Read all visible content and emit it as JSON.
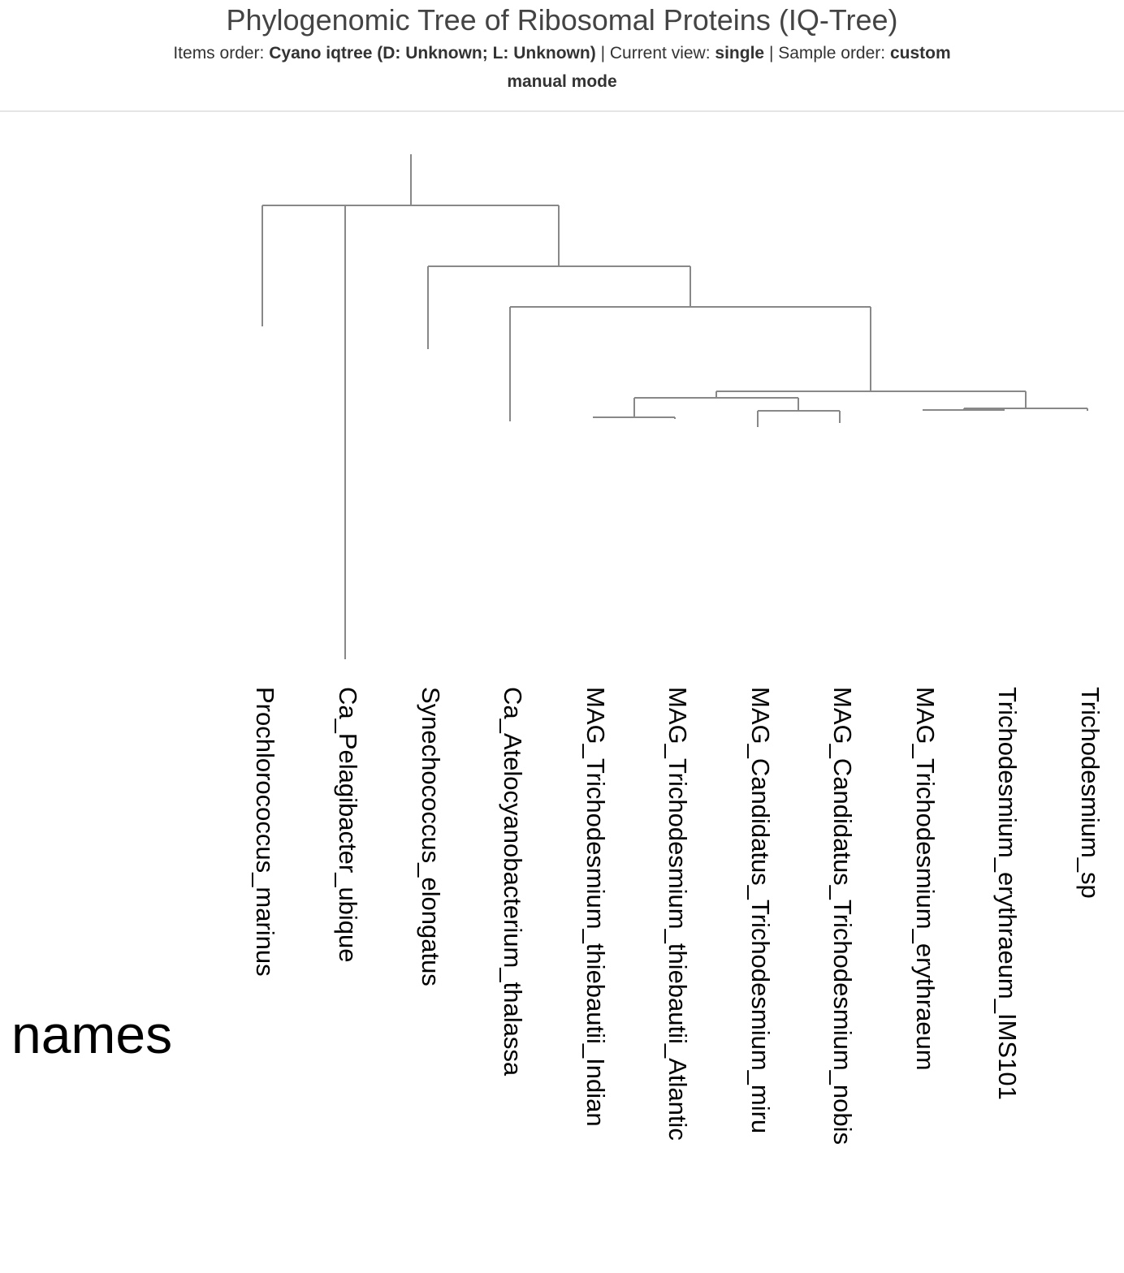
{
  "header": {
    "title": "Phylogenomic Tree of Ribosomal Proteins (IQ-Tree)",
    "items_order_label": "Items order:",
    "items_order_value": "Cyano iqtree (D: Unknown; L: Unknown)",
    "current_view_label": "| Current view:",
    "current_view_value": "single",
    "sample_order_label": "| Sample order:",
    "sample_order_value": "custom",
    "mode": "manual mode"
  },
  "layer_name": "names",
  "tree_color": "#888888",
  "leaves": [
    "Prochlorococcus_marinus",
    "Ca_Pelagibacter_ubique",
    "Synechococcus_elongatus",
    "Ca_Atelocyanobacterium_thalassa",
    "MAG_Trichodesmium_thiebautii_Indian",
    "MAG_Trichodesmium_thiebautii_Atlantic",
    "MAG_Candidatus_Trichodesmium_miru",
    "MAG_Candidatus_Trichodesmium_nobis",
    "MAG_Trichodesmium_erythraeum",
    "Trichodesmium_erythraeum_IMS101",
    "Trichodesmium_sp"
  ]
}
